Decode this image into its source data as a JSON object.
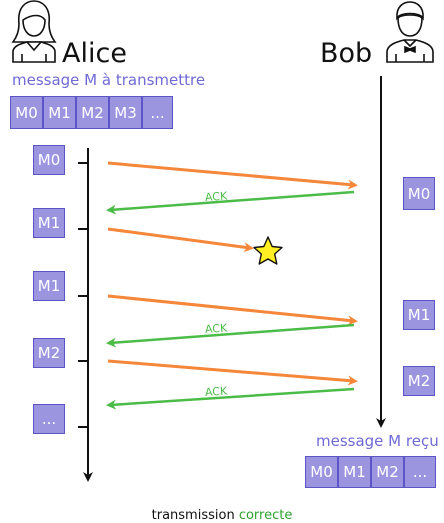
{
  "alice": {
    "name": "Alice"
  },
  "bob": {
    "name": "Bob"
  },
  "sender": {
    "label": "message M à transmettre",
    "segments": [
      "M0",
      "M1",
      "M2",
      "M3",
      "..."
    ]
  },
  "receiver": {
    "label": "message M reçu",
    "segments": [
      "M0",
      "M1",
      "M2",
      "..."
    ]
  },
  "exchanges": [
    {
      "sent": "M0",
      "received": "M0",
      "lost": false,
      "ack": "ACK"
    },
    {
      "sent": "M1",
      "received": "",
      "lost": true,
      "ack": ""
    },
    {
      "sent": "M1",
      "received": "M1",
      "lost": false,
      "ack": "ACK"
    },
    {
      "sent": "M2",
      "received": "M2",
      "lost": false,
      "ack": "ACK"
    },
    {
      "sent": "...",
      "received": "",
      "lost": false,
      "ack": ""
    }
  ],
  "footer": {
    "prefix": "transmission",
    "highlight": "correcte"
  },
  "colors": {
    "block_fill": "#9b95e0",
    "block_border": "#5b55c8",
    "label_text": "#6f6ad6",
    "send_arrow": "#f5873a",
    "ack_arrow": "#4cbc48",
    "footer_highlight": "#2fa32f",
    "star": "#ffee22"
  }
}
